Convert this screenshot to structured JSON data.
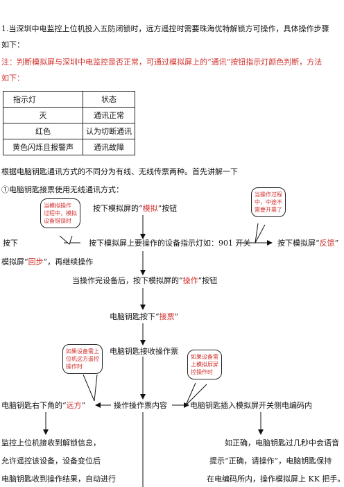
{
  "intro": {
    "line1": "1.当深圳中电监控上位机投入五防闭锁时，远方遥控时需要珠海优特解锁方可操作，具体操作步骤",
    "line2": "如下：",
    "note1": "注：判断模拟屏与深圳中电监控是否正常，可通过模拟屏上的“通讯”按钮指示灯颜色判断，方法",
    "note2": "如下："
  },
  "status_table": {
    "header": [
      "指示灯",
      "状态"
    ],
    "rows": [
      [
        "灭",
        "通讯正常"
      ],
      [
        "红色",
        "认为切断通讯"
      ],
      [
        "黄色闪烁且报警声",
        "通讯故障"
      ]
    ]
  },
  "para1": "根据电脑钥匙通讯方式的不同分为有线、无线传票两种。首先讲解一下",
  "para2": "①电脑钥匙接票使用无线通讯方式：",
  "flow": {
    "step1_pre": "按下模拟屏的“",
    "step1_kw": "模拟",
    "step1_post": "”按钮",
    "left_press": "按下",
    "middle": "按下模拟屏上要操作的设备指示灯如：901 开关",
    "right_pre": "按下模拟屏“",
    "right_kw": "反馈",
    "right_post": "”",
    "back_pre": "模拟屏“",
    "back_kw": "回步",
    "back_post": "”，再继续操作",
    "step3_pre": "当操作完设备后，按下模拟屏的“",
    "step3_kw": "操作",
    "step3_post": "”按钮",
    "step4_pre": "电脑钥匙按下“",
    "step4_kw": "接票",
    "step4_post": "”",
    "step5": "电脑钥匙接收操作票",
    "step6": "操作操作票内容",
    "left6_pre": "电脑钥匙右下角的“",
    "left6_kw": "远方",
    "left6_post": "”",
    "right6": "电脑钥匙插入模拟屏开关侧电编码内",
    "left_block": [
      "监控上位机接收到解锁信息，",
      "允许遥控该设备，设备变位后",
      "电脑钥匙收到操作结果，自动进行"
    ],
    "right_block": [
      "如正确，电脑钥匙过几秒中会语音",
      "提示“正确，请操作”，电脑钥匙保持",
      "在电编码所内，操作模拟屏上 KK 把手。"
    ]
  },
  "bubbles": {
    "b1": [
      "当模拟操作",
      "过程中，模拟",
      "设备错误时"
    ],
    "b2": [
      "当操作过程",
      "中，中途不",
      "需要开票了"
    ],
    "b3": [
      "如果设备需上",
      "位机远方遥控",
      "操作时"
    ],
    "b4": [
      "如果设备需",
      "上模拟屏屏",
      "控操作时"
    ]
  },
  "colors": {
    "accent": "#d0312d"
  }
}
